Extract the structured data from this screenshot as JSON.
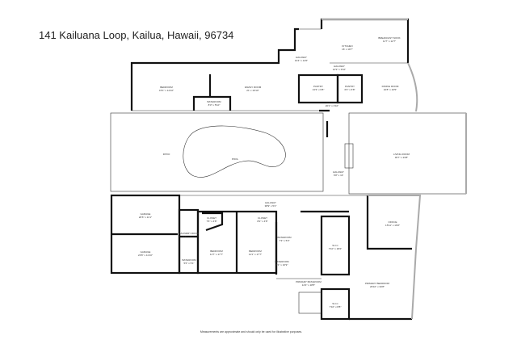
{
  "title": "141 Kailuana Loop, Kailua, Hawaii, 96734",
  "note": "Measurements are approximate and should only be used for illustrative purposes.",
  "rooms": [
    {
      "name": "BEDROOM",
      "dims": "15'1\" x 14'10\""
    },
    {
      "name": "FAMILY ROOM",
      "dims": "21' x 19'10\""
    },
    {
      "name": "BATHROOM",
      "dims": "8'3\" x 5'10\""
    },
    {
      "name": "HALLWAY",
      "dims": "13'4\" x 14'6\""
    },
    {
      "name": "KITCHEN",
      "dims": "16' x 10'7\""
    },
    {
      "name": "BREAKFAST NOOK",
      "dims": "11'7\" x 12'7\""
    },
    {
      "name": "HALLWAY",
      "dims": "12'9\" x 3'10\""
    },
    {
      "name": "PANTRY",
      "dims": "13'3\" x 6'8\""
    },
    {
      "name": "PANTRY",
      "dims": "6'3\" x 6'8\""
    },
    {
      "name": "HALLWAY",
      "dims": "20'2\" x 3'10\""
    },
    {
      "name": "DINING ROOM",
      "dims": "16'8\" x 16'5\""
    },
    {
      "name": "PATIO",
      "dims": ""
    },
    {
      "name": "POOL",
      "dims": ""
    },
    {
      "name": "LIVING ROOM",
      "dims": "36'7\" x 23'8\""
    },
    {
      "name": "HALLWAY",
      "dims": "6'8\" x 10'"
    },
    {
      "name": "GARAGE",
      "dims": "20'6\" x 11'1\""
    },
    {
      "name": "GARAGE",
      "dims": "20'6\" x 11'10\""
    },
    {
      "name": "LAUNDRY ROOM",
      "dims": "5'8\" x 9'10\""
    },
    {
      "name": "BATHROOM",
      "dims": "5'6\" x 5'1\""
    },
    {
      "name": "HALLWAY",
      "dims": "38'9\" x 5'2\""
    },
    {
      "name": "CLOSET",
      "dims": "7'6\" x 4'8\""
    },
    {
      "name": "CLOSET",
      "dims": "8'2\" x 4'8\""
    },
    {
      "name": "BEDROOM",
      "dims": "11'7\" x 17'7\""
    },
    {
      "name": "BEDROOM",
      "dims": "11'1\" x 17'7\""
    },
    {
      "name": "BATHROOM",
      "dims": "7'3\" x 5'3\""
    },
    {
      "name": "BATHROOM",
      "dims": "8'1\" x 10'9\""
    },
    {
      "name": "W.I.C",
      "dims": "7'10\" x 18'2\""
    },
    {
      "name": "OFFICE",
      "dims": "15'11\" x 16'8\""
    },
    {
      "name": "PRIMARY BATHROOM",
      "dims": "14'3\" x 18'5\""
    },
    {
      "name": "PRIMARY BEDROOM",
      "dims": "29'10\" x 30'8\""
    },
    {
      "name": "W.I.C",
      "dims": "7'10\" x 8'8\""
    }
  ]
}
